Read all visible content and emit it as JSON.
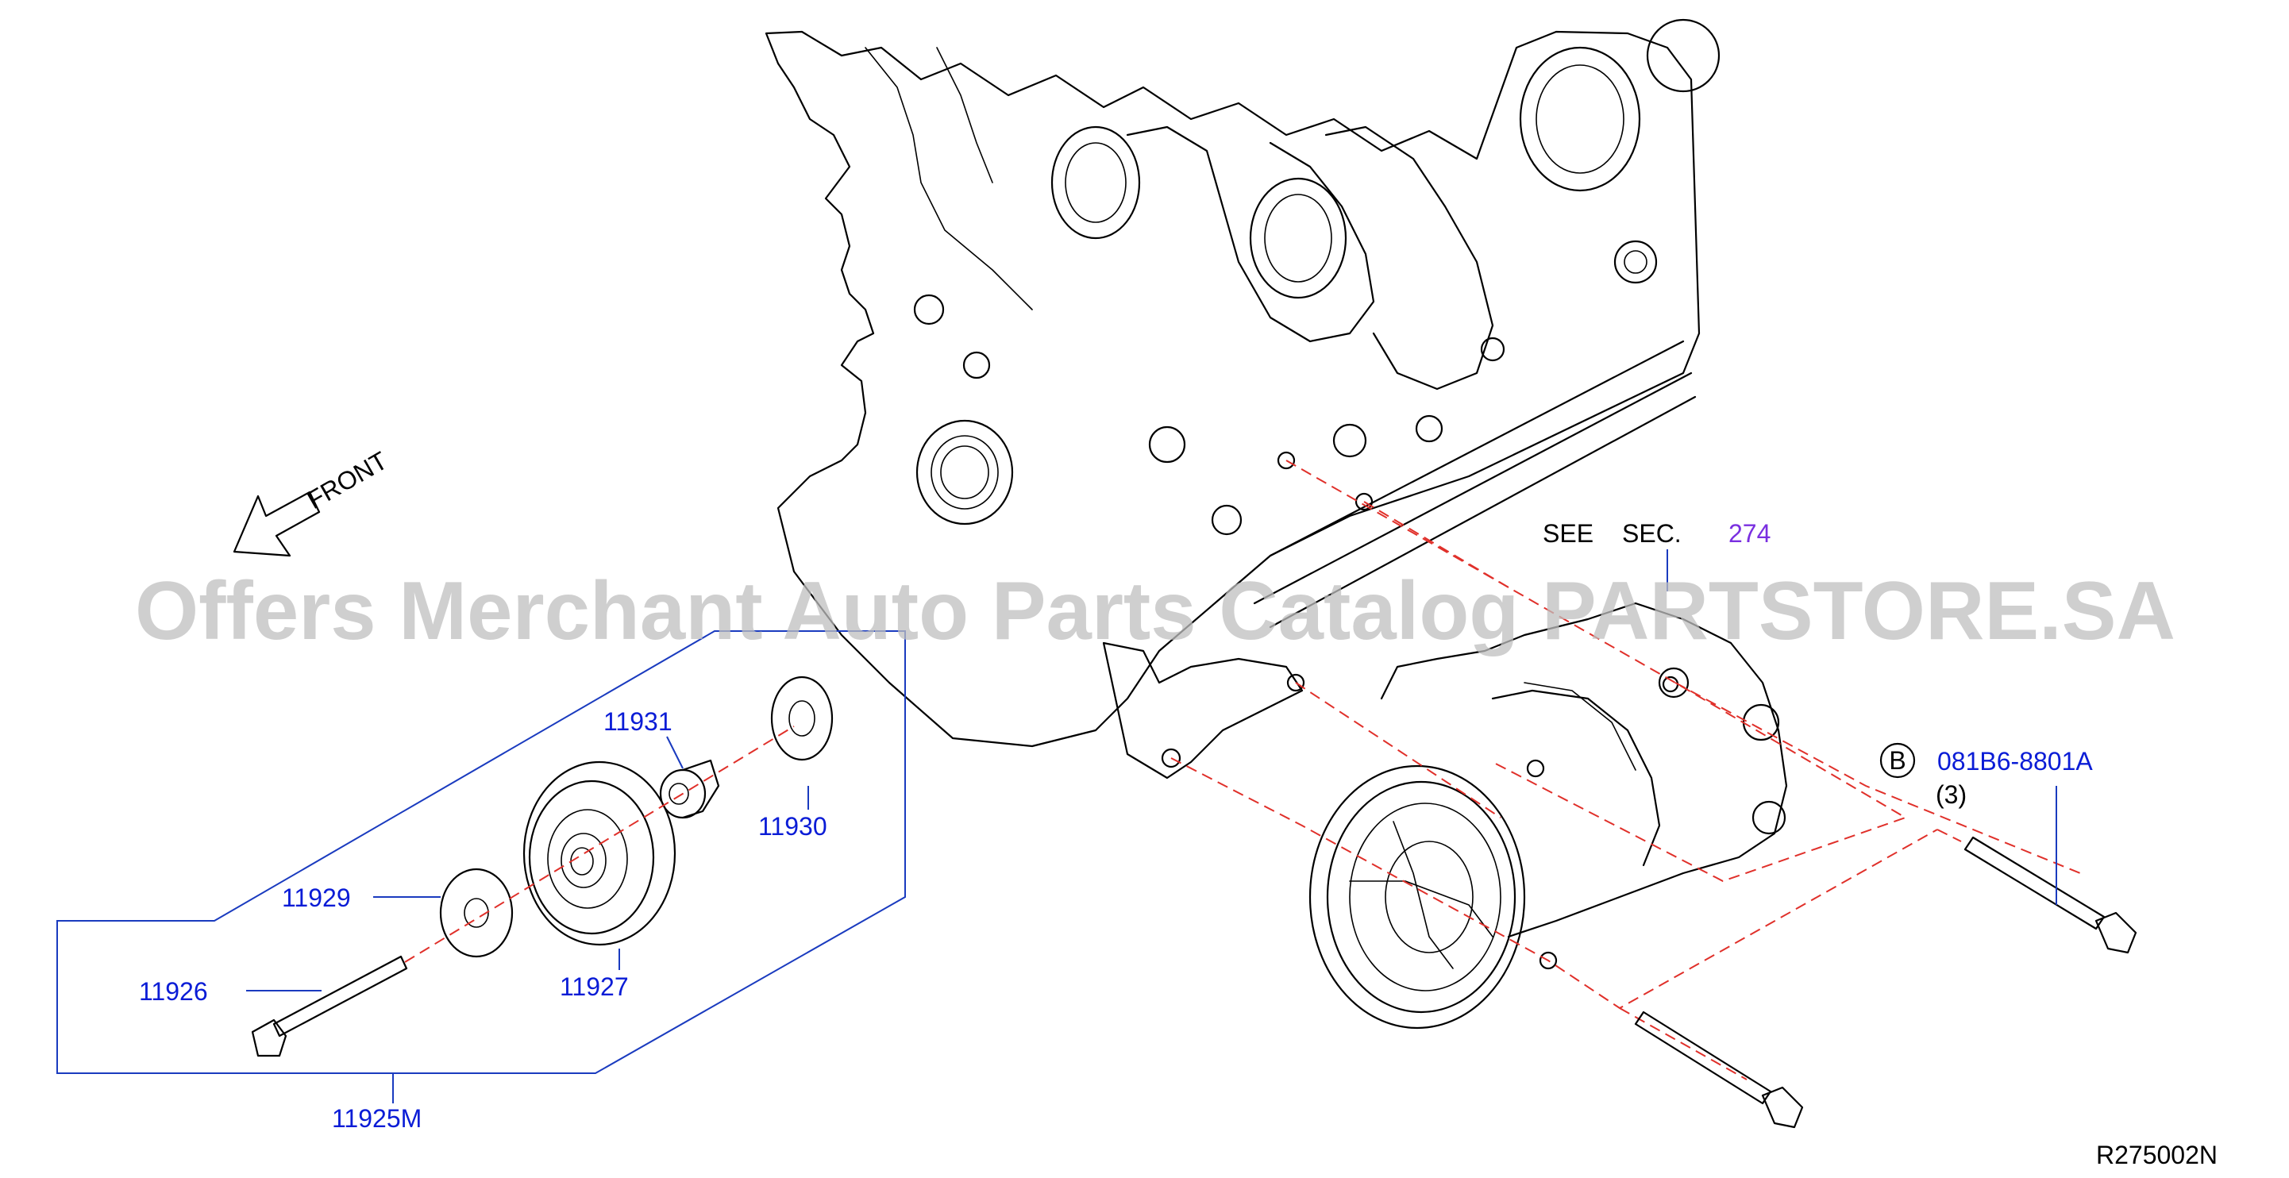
{
  "watermark": "Offers Merchant Auto Parts Catalog PARTSTORE.SA",
  "front_label": "FRONT",
  "see_sec": {
    "prefix": "SEE",
    "sec": "SEC.",
    "number": "274"
  },
  "bolt_ref": {
    "circle_letter": "B",
    "part_no": "081B6-8801A",
    "qty": "(3)"
  },
  "parts": [
    {
      "id": "11931",
      "label": "11931"
    },
    {
      "id": "11930",
      "label": "11930"
    },
    {
      "id": "11929",
      "label": "11929"
    },
    {
      "id": "11927",
      "label": "11927"
    },
    {
      "id": "11926",
      "label": "11926"
    },
    {
      "id": "11925M",
      "label": "11925M"
    }
  ],
  "diagram_code": "R275002N",
  "colors": {
    "part_label": "#0a1cd6",
    "leader": "#1a3bbf",
    "dashed": "#e0302a",
    "section_link": "#7a2fe0"
  }
}
